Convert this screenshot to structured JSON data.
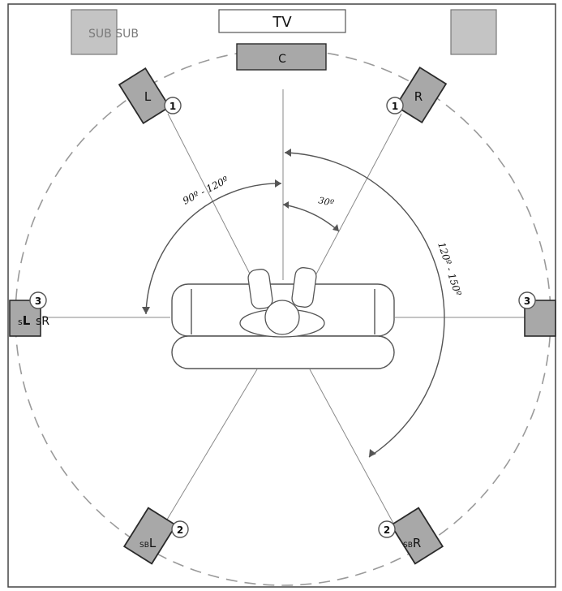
{
  "tv": {
    "label": "TV"
  },
  "subwoofers": {
    "left_label": "SUB SUB"
  },
  "speakers": {
    "center": {
      "label": "C"
    },
    "front_left": {
      "label": "L",
      "number": "1"
    },
    "front_right": {
      "label": "R",
      "number": "1"
    },
    "surround_left": {
      "label_prefix": "s",
      "label_main": "L",
      "label_suffix": "sR",
      "number": "3"
    },
    "surround_right": {
      "number": "3"
    },
    "surround_back_left": {
      "label_prefix": "SB",
      "label_main": "L",
      "number": "2"
    },
    "surround_back_right": {
      "label_prefix": "SB",
      "label_main": "R",
      "number": "2"
    }
  },
  "angles": {
    "front": "30º",
    "surround": "90º - 120º",
    "back": "120º - 150º"
  },
  "colors": {
    "speaker_fill": "#a8a8a8",
    "speaker_stroke": "#2a2a2a",
    "sub_fill": "#c4c4c4",
    "line": "#8a8a8a",
    "dashed_circle": "#9a9a9a"
  }
}
